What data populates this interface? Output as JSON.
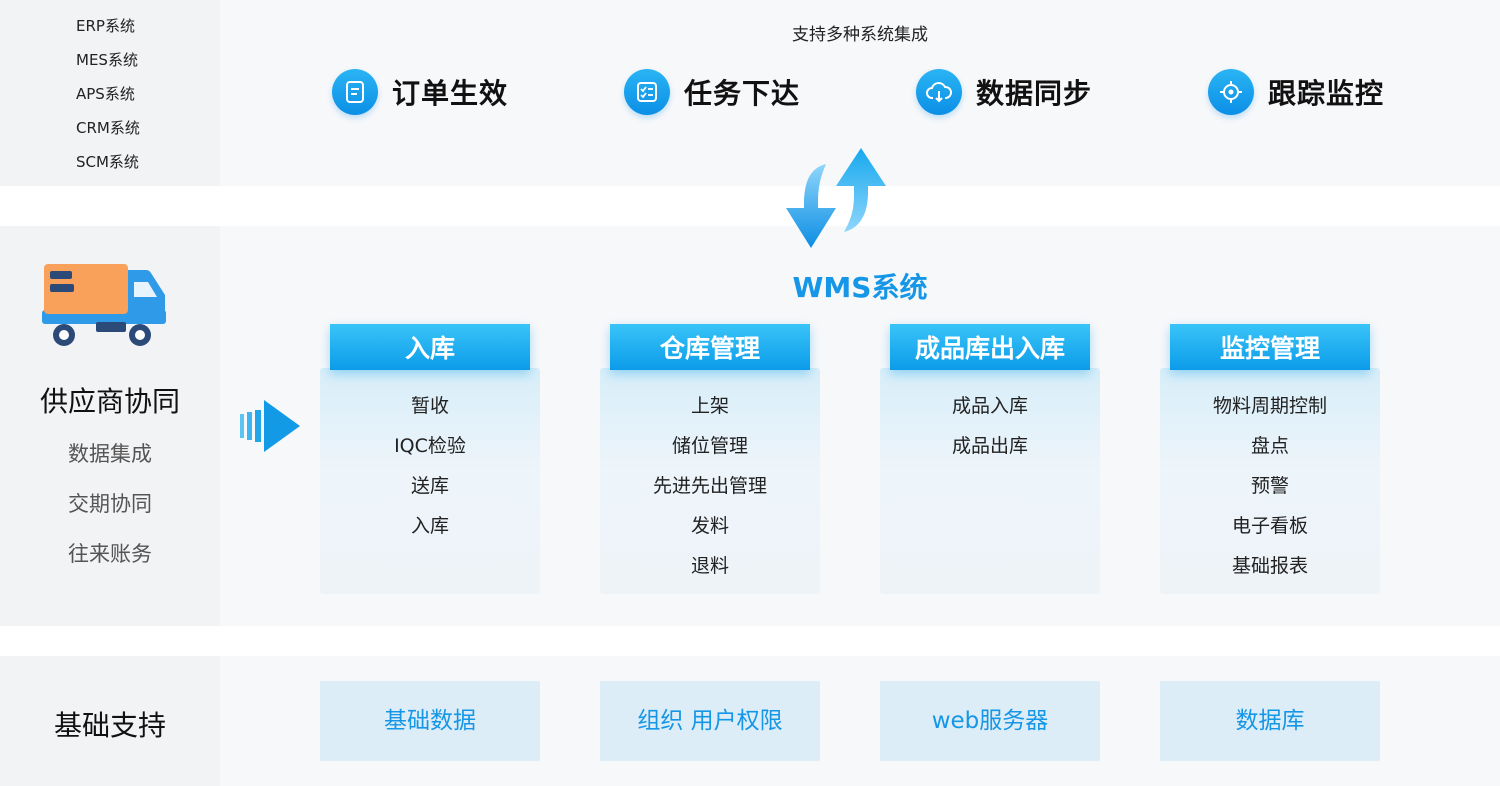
{
  "top": {
    "systems": [
      "ERP系统",
      "MES系统",
      "APS系统",
      "CRM系统",
      "SCM系统"
    ],
    "caption": "支持多种系统集成",
    "features": [
      {
        "label": "订单生效",
        "icon": "document-icon"
      },
      {
        "label": "任务下达",
        "icon": "checklist-icon"
      },
      {
        "label": "数据同步",
        "icon": "cloud-sync-icon"
      },
      {
        "label": "跟踪监控",
        "icon": "target-icon"
      }
    ]
  },
  "middle": {
    "supplier": {
      "title": "供应商协同",
      "items": [
        "数据集成",
        "交期协同",
        "往来账务"
      ]
    },
    "wms_title": "WMS系统",
    "modules": [
      {
        "title": "入库",
        "items": [
          "暂收",
          "IQC检验",
          "送库",
          "入库"
        ]
      },
      {
        "title": "仓库管理",
        "items": [
          "上架",
          "储位管理",
          "先进先出管理",
          "发料",
          "退料"
        ]
      },
      {
        "title": "成品库出入库",
        "items": [
          "成品入库",
          "成品出库"
        ]
      },
      {
        "title": "监控管理",
        "items": [
          "物料周期控制",
          "盘点",
          "预警",
          "电子看板",
          "基础报表"
        ]
      }
    ]
  },
  "bottom": {
    "title": "基础支持",
    "boxes": [
      "基础数据",
      "组织 用户权限",
      "web服务器",
      "数据库"
    ]
  },
  "colors": {
    "accent": "#1596e6",
    "accent_light": "#39c4f8",
    "truck_orange": "#f9a15a",
    "truck_blue": "#2f9be8",
    "panel_bg": "#f2f3f5",
    "box_bg": "#dcedf7"
  }
}
